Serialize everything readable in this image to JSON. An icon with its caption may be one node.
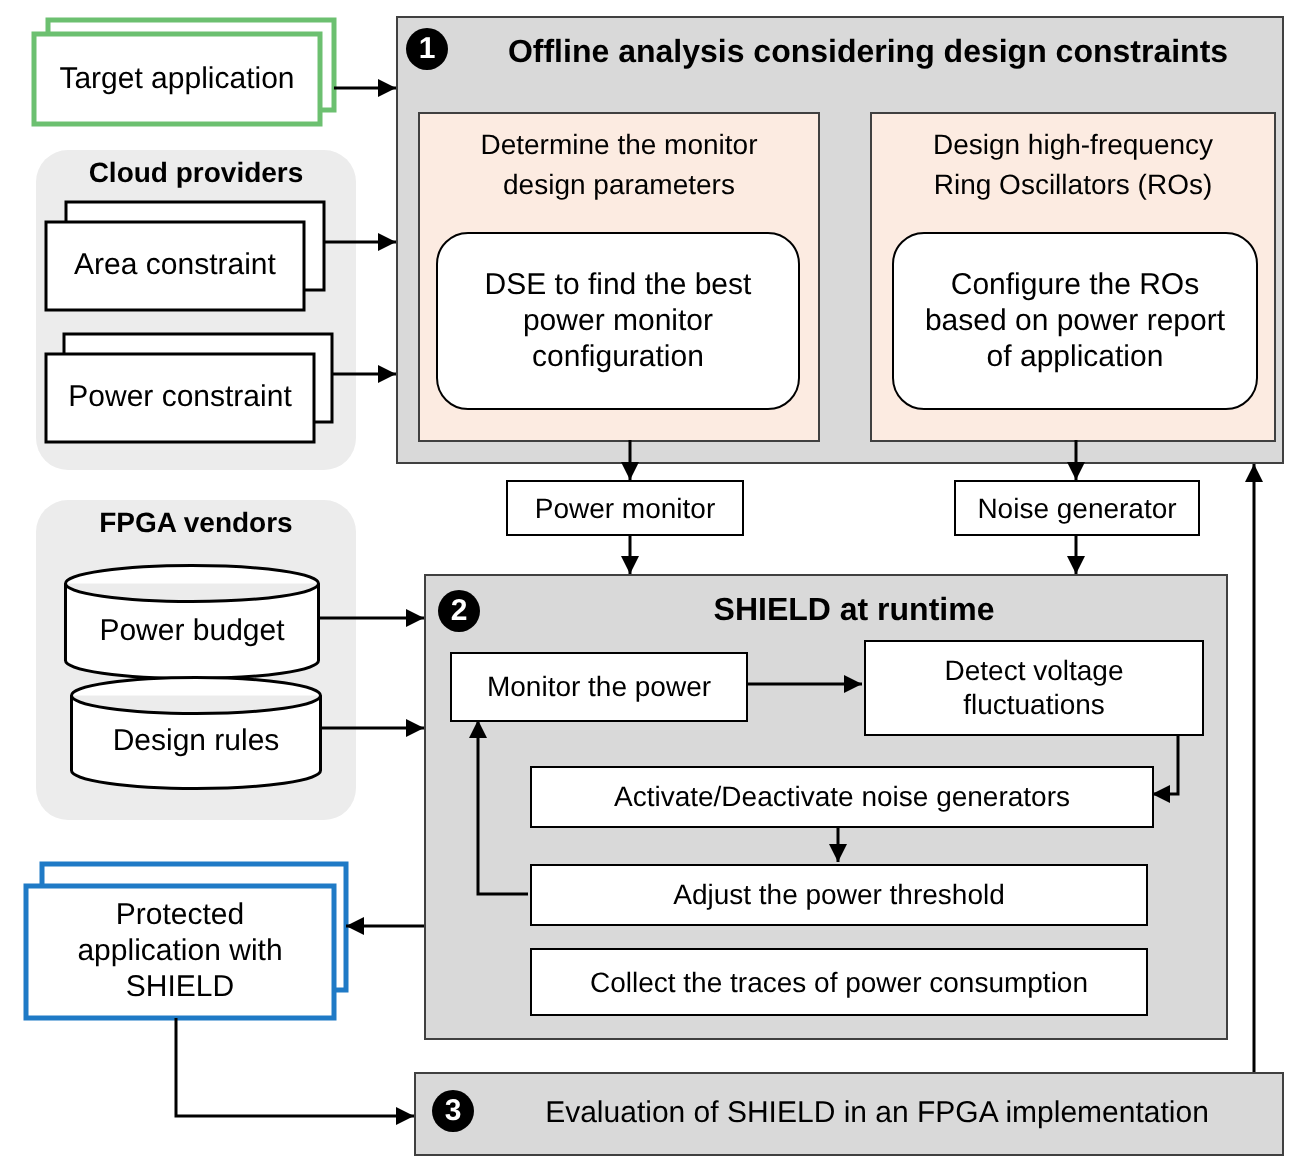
{
  "diagram": {
    "nodes": [
      {
        "text": [
          "Target application"
        ]
      },
      {
        "text": [
          "Cloud providers"
        ]
      },
      {
        "text": [
          "Area constraint"
        ],
        "in": 1
      },
      {
        "text": [
          "Power constraint"
        ],
        "in": 1
      },
      {
        "text": [
          "1",
          "Offline analysis considering design constraints"
        ]
      },
      {
        "text": [
          "Determine the monitor design parameters"
        ],
        "in": 4
      },
      {
        "text": [
          "DSE to find the best power monitor configuration"
        ],
        "in": 5
      },
      {
        "text": [
          "Design high-frequency Ring Oscillators (ROs)"
        ],
        "in": 4
      },
      {
        "text": [
          "Configure the ROs based on power report of application"
        ],
        "in": 7
      },
      {
        "text": [
          "Power monitor"
        ]
      },
      {
        "text": [
          "Noise generator"
        ]
      },
      {
        "text": [
          "FPGA vendors"
        ]
      },
      {
        "text": [
          "Power budget"
        ],
        "in": 11
      },
      {
        "text": [
          "Design rules"
        ],
        "in": 11
      },
      {
        "text": [
          "2",
          "SHIELD at runtime"
        ]
      },
      {
        "text": [
          "Monitor the power"
        ],
        "in": 14
      },
      {
        "text": [
          "Detect voltage fluctuations"
        ],
        "in": 14
      },
      {
        "text": [
          "Activate/Deactivate noise generators"
        ],
        "in": 14
      },
      {
        "text": [
          "Adjust the power threshold"
        ],
        "in": 14
      },
      {
        "text": [
          "Collect the traces of power consumption"
        ],
        "in": 14
      },
      {
        "text": [
          "Protected application with SHIELD"
        ]
      },
      {
        "text": [
          "3",
          "Evaluation of SHIELD in an FPGA implementation"
        ]
      }
    ],
    "edges": [
      {
        "from": 0,
        "to": 4,
        "arrow": "to"
      },
      {
        "from": 2,
        "to": 4,
        "arrow": "to"
      },
      {
        "from": 3,
        "to": 4,
        "arrow": "to"
      },
      {
        "from": 5,
        "to": 9,
        "arrow": "to"
      },
      {
        "from": 9,
        "to": 14,
        "arrow": "to"
      },
      {
        "from": 7,
        "to": 10,
        "arrow": "to"
      },
      {
        "from": 10,
        "to": 14,
        "arrow": "to"
      },
      {
        "from": 12,
        "to": 14,
        "arrow": "to"
      },
      {
        "from": 13,
        "to": 14,
        "arrow": "to"
      },
      {
        "from": 15,
        "to": 16,
        "arrow": "to"
      },
      {
        "from": 16,
        "to": 17,
        "arrow": "to"
      },
      {
        "from": 17,
        "to": 18,
        "arrow": "to"
      },
      {
        "from": 18,
        "to": 15,
        "arrow": "to"
      },
      {
        "from": 14,
        "to": 20,
        "arrow": "to"
      },
      {
        "from": 20,
        "to": 21,
        "arrow": "to"
      },
      {
        "from": 21,
        "to": 4,
        "arrow": "to"
      }
    ]
  }
}
